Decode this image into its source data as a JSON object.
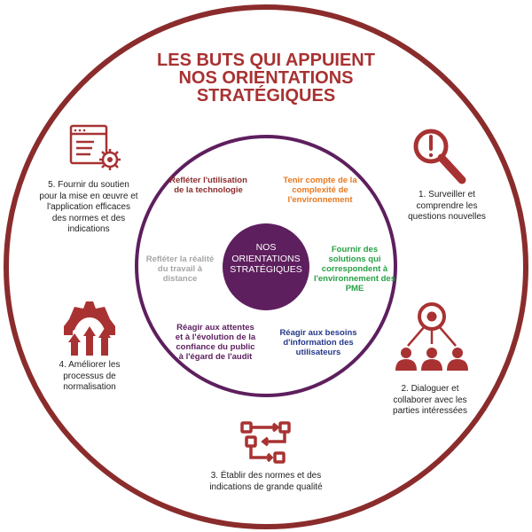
{
  "title": {
    "line1": "LES BUTS QUI APPUIENT",
    "line2": "NOS ORIENTATIONS",
    "line3": "STRATÉGIQUES"
  },
  "center": {
    "line1": "NOS",
    "line2": "ORIENTATIONS",
    "line3": "STRATÉGIQUES"
  },
  "orientations": {
    "technologie": {
      "text": "Refléter l'utilisation de la technologie",
      "color": "#8b2c2c"
    },
    "complexite": {
      "text": "Tenir compte de la complexité de l'environnement",
      "color": "#e8781f"
    },
    "pme": {
      "text": "Fournir des solutions qui correspondent à l'environnement des PME",
      "color": "#27a045"
    },
    "besoins": {
      "text": "Réagir aux besoins d'information des utilisateurs",
      "color": "#24388a"
    },
    "attentes": {
      "text": "Réagir aux attentes et à l'évolution de la confiance du public à l'égard de l'audit",
      "color": "#5e2060"
    },
    "distance": {
      "text": "Refléter la réalité du travail à distance",
      "color": "#a6a6a6"
    }
  },
  "goals": {
    "g1": "1. Surveiller et comprendre les questions nouvelles",
    "g2": "2. Dialoguer et collaborer avec les parties intéressées",
    "g3": "3. Établir des normes et des indications de grande qualité",
    "g4": "4. Améliorer les processus de normalisation",
    "g5": "5. Fournir du soutien pour la mise en œuvre et l'application efficaces des normes et des indications"
  },
  "icons": {
    "g1": "magnifier-exclamation-icon",
    "g2": "people-network-icon",
    "g3": "process-flow-icon",
    "g4": "gear-arrows-icon",
    "g5": "document-gear-icon"
  },
  "colors": {
    "outer_ring": "#8b2c2c",
    "icon": "#a83232",
    "center_fill": "#5e1f5e",
    "title": "#a83232"
  }
}
